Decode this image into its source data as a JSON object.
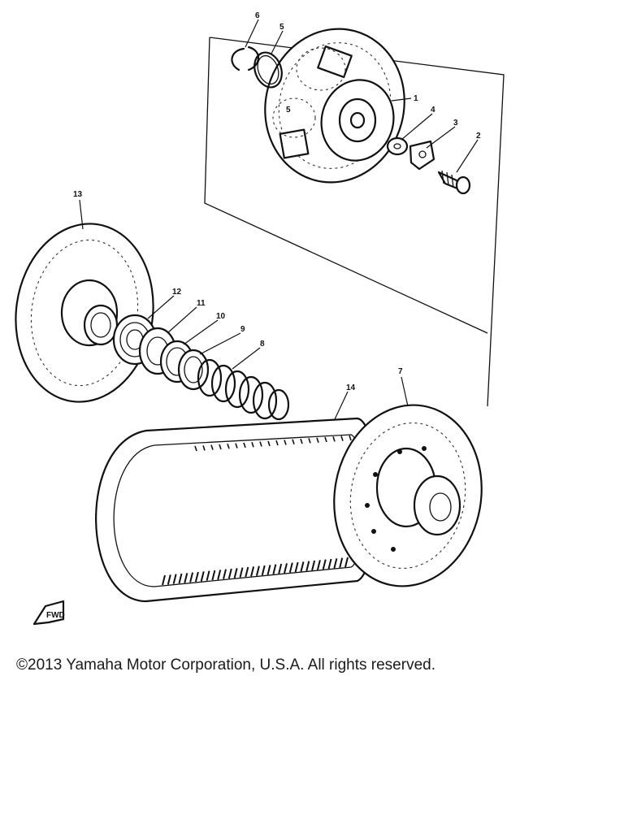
{
  "diagram": {
    "callouts": [
      {
        "id": "6",
        "label": "6"
      },
      {
        "id": "5",
        "label": "5"
      },
      {
        "id": "1",
        "label": "1"
      },
      {
        "id": "4",
        "label": "4"
      },
      {
        "id": "3",
        "label": "3"
      },
      {
        "id": "2",
        "label": "2"
      },
      {
        "id": "13",
        "label": "13"
      },
      {
        "id": "12",
        "label": "12"
      },
      {
        "id": "11",
        "label": "11"
      },
      {
        "id": "10",
        "label": "10"
      },
      {
        "id": "9",
        "label": "9"
      },
      {
        "id": "8",
        "label": "8"
      },
      {
        "id": "14",
        "label": "14"
      },
      {
        "id": "7",
        "label": "7"
      }
    ],
    "fwd_arrow_text": "FWD"
  },
  "footer": {
    "copyright": "©2013 Yamaha Motor Corporation, U.S.A. All rights reserved."
  }
}
